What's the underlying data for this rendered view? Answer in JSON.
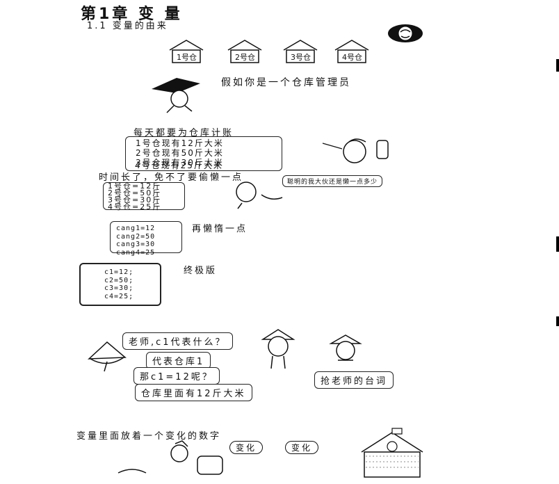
{
  "chapter": {
    "title": "第1章  变 量",
    "subtitle": "1.1 变量的由来"
  },
  "warehouses": [
    "1号仓",
    "2号仓",
    "3号仓",
    "4号仓"
  ],
  "panel1": {
    "caption": "假如你是一个仓库管理员"
  },
  "panel2": {
    "caption": "每天都要为仓库计账",
    "ledger": [
      "1号仓现有12斤大米",
      "2号仓现有50斤大米",
      "3号仓现有30斤大米",
      "4号仓现有25斤大米"
    ]
  },
  "panel3": {
    "caption": "时间长了，免不了要偷懒一点",
    "speech": "聪明的我大伙还是懒一点多少",
    "ledger": [
      "1号仓=12斤",
      "2号仓=50斤",
      "3号仓=30斤",
      "4号仓=25斤"
    ]
  },
  "panel4": {
    "caption": "再懒惰一点",
    "ledger": [
      "cang1=12",
      "cang2=50",
      "cang3=30",
      "cang4=25"
    ]
  },
  "panel5": {
    "caption": "终极版",
    "ledger": [
      "c1=12;",
      "c2=50;",
      "c3=30;",
      "c4=25;"
    ]
  },
  "dialog": {
    "q1": "老师,c1代表什么？",
    "a1": "代表仓库1",
    "q2": "那c1=12呢？",
    "a2": "仓库里面有12斤大米",
    "side": "抢老师的台词"
  },
  "bottom": {
    "caption": "变量里面放着一个变化的数字",
    "tag1": "变化",
    "tag2": "变化"
  }
}
